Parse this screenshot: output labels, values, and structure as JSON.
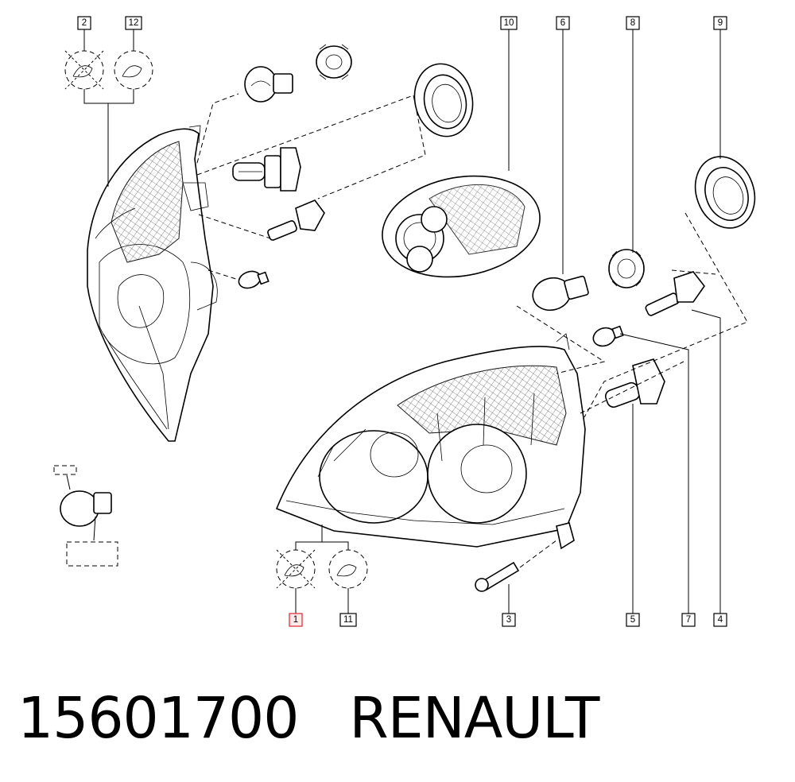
{
  "diagram": {
    "callouts": [
      {
        "id": "c2",
        "label": "2"
      },
      {
        "id": "c12",
        "label": "12"
      },
      {
        "id": "c10",
        "label": "10"
      },
      {
        "id": "c6",
        "label": "6"
      },
      {
        "id": "c8",
        "label": "8"
      },
      {
        "id": "c9",
        "label": "9"
      },
      {
        "id": "c1",
        "label": "1",
        "highlighted": true
      },
      {
        "id": "c11",
        "label": "11"
      },
      {
        "id": "c3",
        "label": "3"
      },
      {
        "id": "c5",
        "label": "5"
      },
      {
        "id": "c7",
        "label": "7"
      },
      {
        "id": "c4",
        "label": "4"
      }
    ],
    "highlight_color": "#d9262f"
  },
  "footer": {
    "part_number": "15601700",
    "brand": "RENAULT"
  }
}
